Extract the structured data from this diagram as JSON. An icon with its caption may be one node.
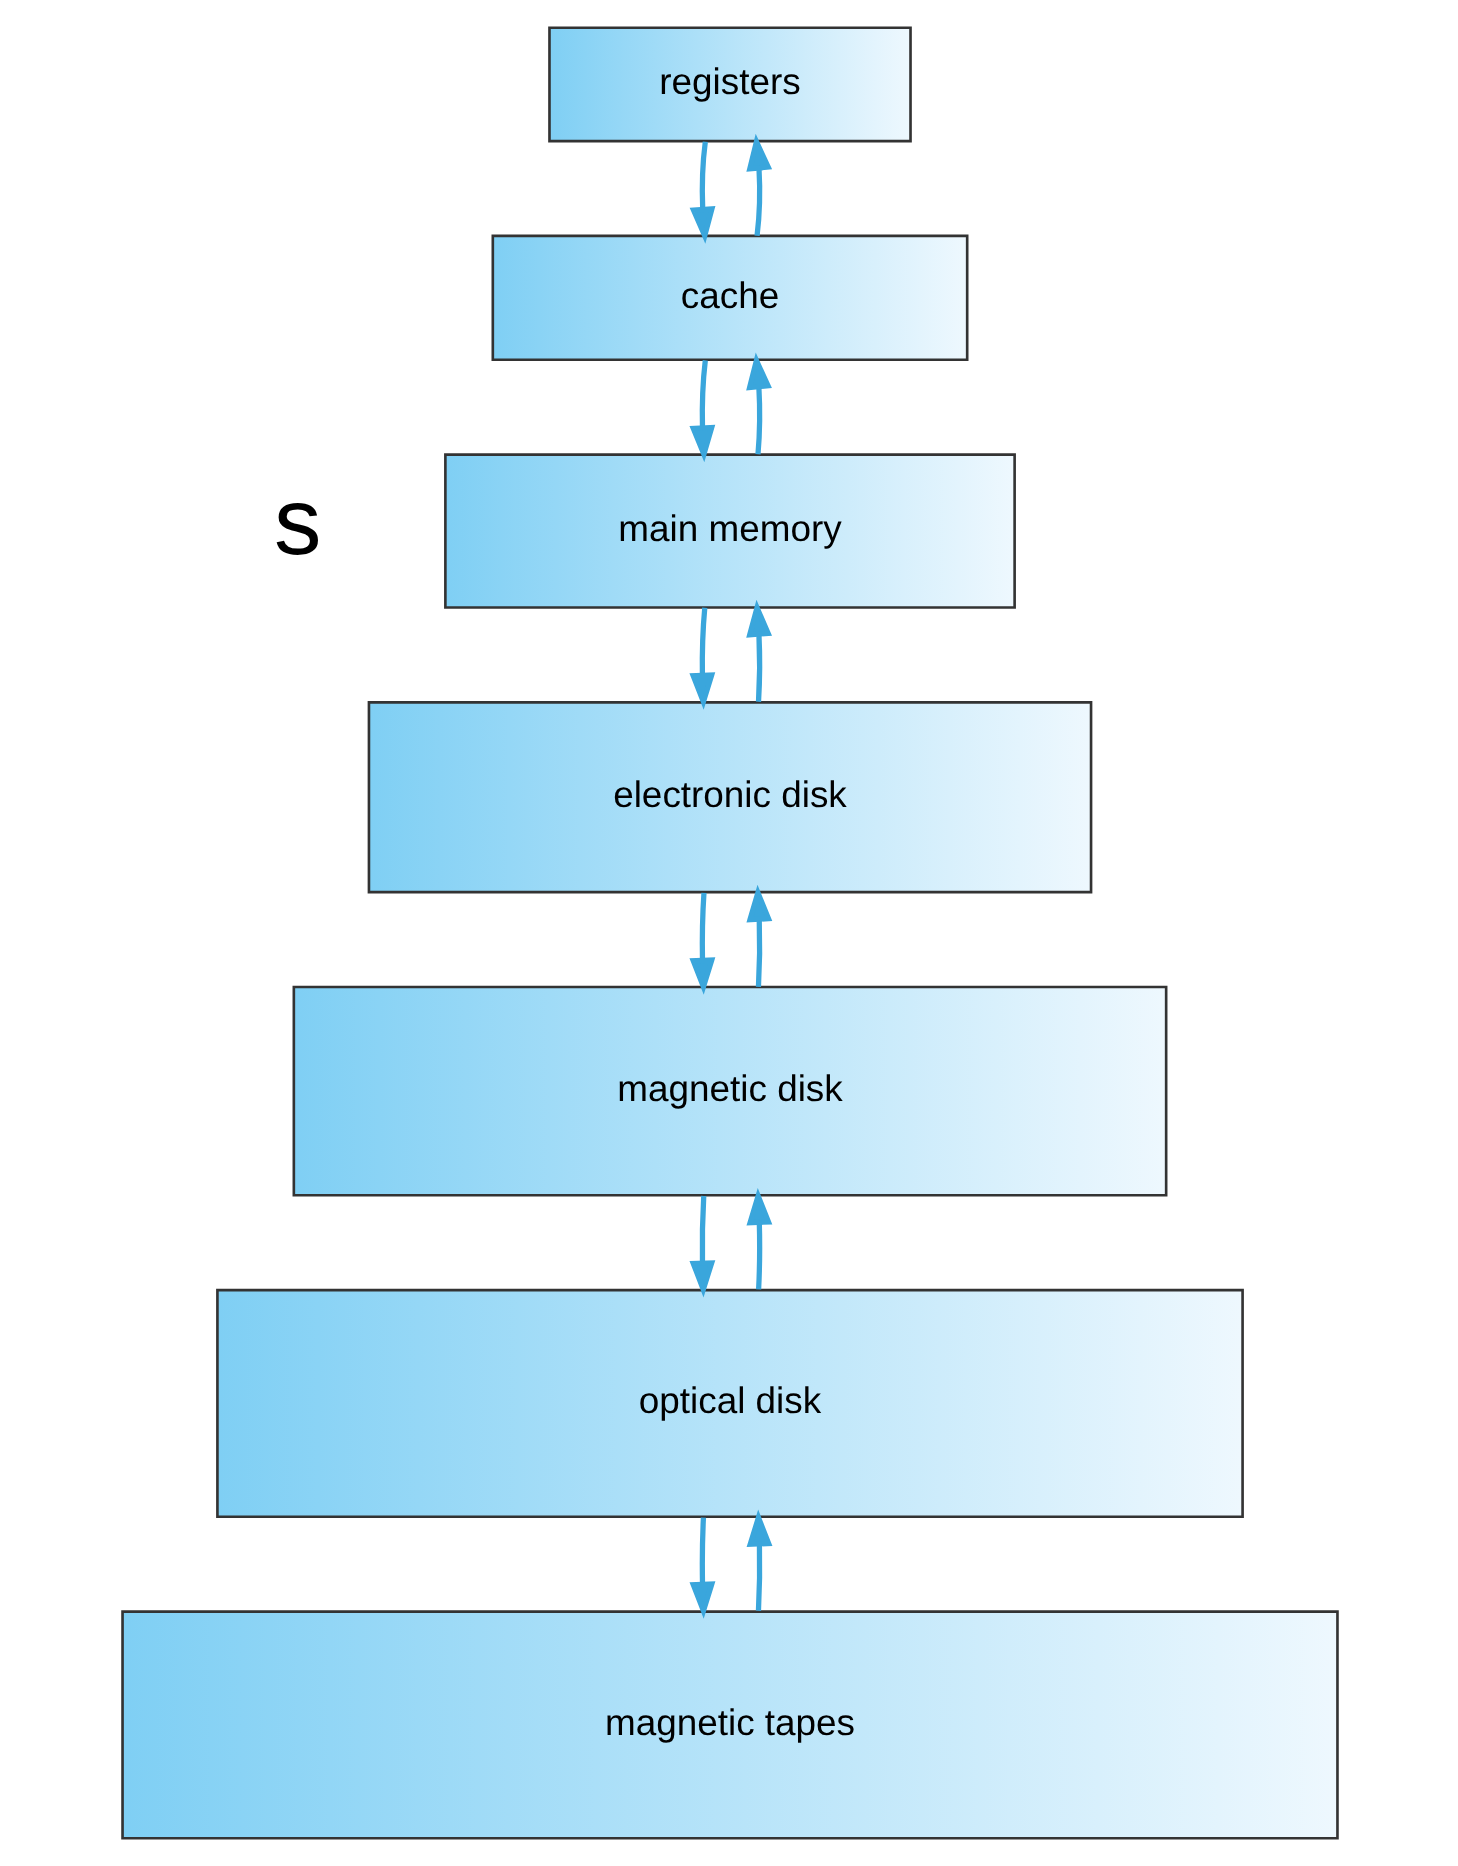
{
  "diagram": {
    "nodes": [
      {
        "text": [
          "registers"
        ]
      },
      {
        "text": [
          "cache"
        ]
      },
      {
        "text": [
          "main memory"
        ]
      },
      {
        "text": [
          "electronic disk"
        ]
      },
      {
        "text": [
          "magnetic disk"
        ]
      },
      {
        "text": [
          "optical disk"
        ]
      },
      {
        "text": [
          "magnetic tapes"
        ]
      }
    ],
    "edges": [
      {
        "from": 1,
        "to": 0,
        "arrow": "to"
      },
      {
        "from": 0,
        "to": 1,
        "arrow": "to"
      },
      {
        "from": 2,
        "to": 1,
        "arrow": "to"
      },
      {
        "from": 1,
        "to": 2,
        "arrow": "to"
      },
      {
        "from": 3,
        "to": 2,
        "arrow": "to"
      },
      {
        "from": 2,
        "to": 3,
        "arrow": "to"
      },
      {
        "from": 4,
        "to": 3,
        "arrow": "to"
      },
      {
        "from": 3,
        "to": 4,
        "arrow": "to"
      },
      {
        "from": 5,
        "to": 4,
        "arrow": "to"
      },
      {
        "from": 4,
        "to": 5,
        "arrow": "to"
      },
      {
        "from": 6,
        "to": 5,
        "arrow": "to"
      },
      {
        "from": 5,
        "to": 6,
        "arrow": "to"
      }
    ],
    "labels": [
      "s"
    ]
  }
}
